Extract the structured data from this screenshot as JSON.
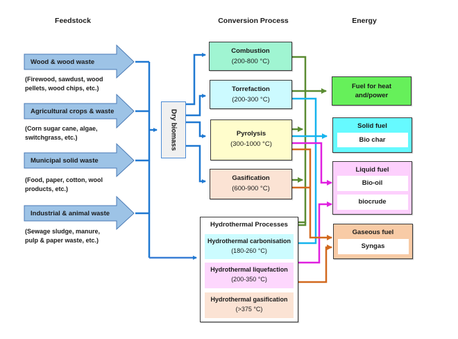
{
  "headers": {
    "feedstock": "Feedstock",
    "conversion": "Conversion Process",
    "energy": "Energy"
  },
  "feedstocks": [
    {
      "label": "Wood & wood waste",
      "desc_line1": "(Firewood, sawdust, wood",
      "desc_line2": "pellets, wood chips, etc.)"
    },
    {
      "label": "Agricultural crops & waste",
      "desc_line1": "(Corn sugar cane, algae,",
      "desc_line2": "switchgrass, etc.)"
    },
    {
      "label": "Municipal solid waste",
      "desc_line1": "(Food, paper, cotton, wool",
      "desc_line2": "products, etc.)"
    },
    {
      "label": "Industrial & animal waste",
      "desc_line1": "(Sewage sludge, manure,",
      "desc_line2": "pulp & paper waste, etc.)"
    }
  ],
  "dry_biomass": "Dry biomass",
  "processes": [
    {
      "name": "Combustion",
      "range": "(200-800 °C)"
    },
    {
      "name": "Torrefaction",
      "range": "(200-300 °C)"
    },
    {
      "name": "Pyrolysis",
      "range": "(300-1000 °C)"
    },
    {
      "name": "Gasification",
      "range": "(600-900 °C)"
    }
  ],
  "hydrothermal": {
    "title": "Hydrothermal Processes",
    "items": [
      {
        "name": "Hydrothermal carbonisation",
        "range": "(180-260 °C)"
      },
      {
        "name": "Hydrothermal liquefaction",
        "range": "(200-350 °C)"
      },
      {
        "name": "Hydrothermal gasification",
        "range": "(>375 °C)"
      }
    ]
  },
  "energy": {
    "heat_power": {
      "line1": "Fuel for heat",
      "line2": "and/power"
    },
    "solid": {
      "title": "Solid fuel",
      "items": [
        "Bio char"
      ]
    },
    "liquid": {
      "title": "Liquid fuel",
      "items": [
        "Bio-oil",
        "biocrude"
      ]
    },
    "gaseous": {
      "title": "Gaseous fuel",
      "items": [
        "Syngas"
      ]
    }
  },
  "colors": {
    "feed_arrow": "#9dc3e6",
    "feed_arrow_border": "#4a7ab5",
    "blue_line": "#1f78d1",
    "green_line": "#5b8c32",
    "cyan_line": "#16b4ee",
    "magenta_line": "#e020e0",
    "orange_line": "#d2691e",
    "combustion": "#a0f5d2",
    "torrefaction": "#ccfaff",
    "pyrolysis": "#fffdcc",
    "gasification": "#fbe3d4",
    "ht_carbonisation": "#ccfcff",
    "ht_liquefaction": "#fdd7fd",
    "ht_gasification": "#fbe3d4",
    "heat_power": "#66f05a",
    "solid_fuel": "#66faff",
    "liquid_fuel": "#fdd0fd",
    "gaseous_fuel": "#f8cba6",
    "dry_biomass": "#f0f0f0"
  }
}
